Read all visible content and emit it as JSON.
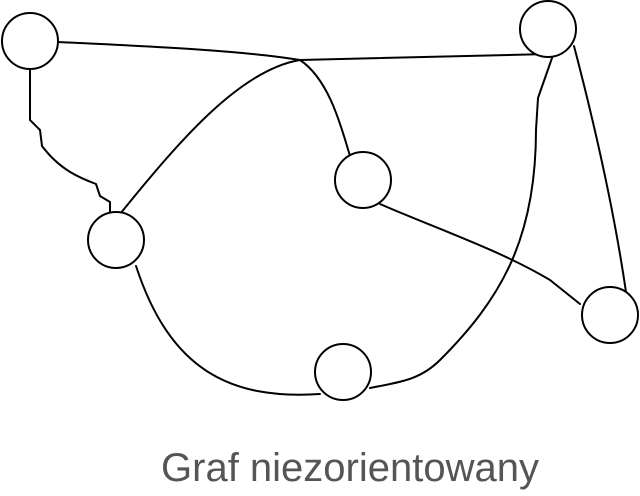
{
  "caption": "Graf niezorientowany",
  "colors": {
    "stroke": "#000000",
    "background": "#ffffff",
    "caption_text": "#555555"
  },
  "graph": {
    "type": "undirected",
    "nodes": [
      "top-left",
      "top-right",
      "center",
      "left",
      "right",
      "bottom"
    ],
    "edges": [
      [
        "top-left",
        "center"
      ],
      [
        "top-left",
        "left"
      ],
      [
        "left",
        "top-right"
      ],
      [
        "top-right",
        "right"
      ],
      [
        "top-right",
        "bottom"
      ],
      [
        "center",
        "right"
      ],
      [
        "left",
        "bottom"
      ]
    ]
  }
}
